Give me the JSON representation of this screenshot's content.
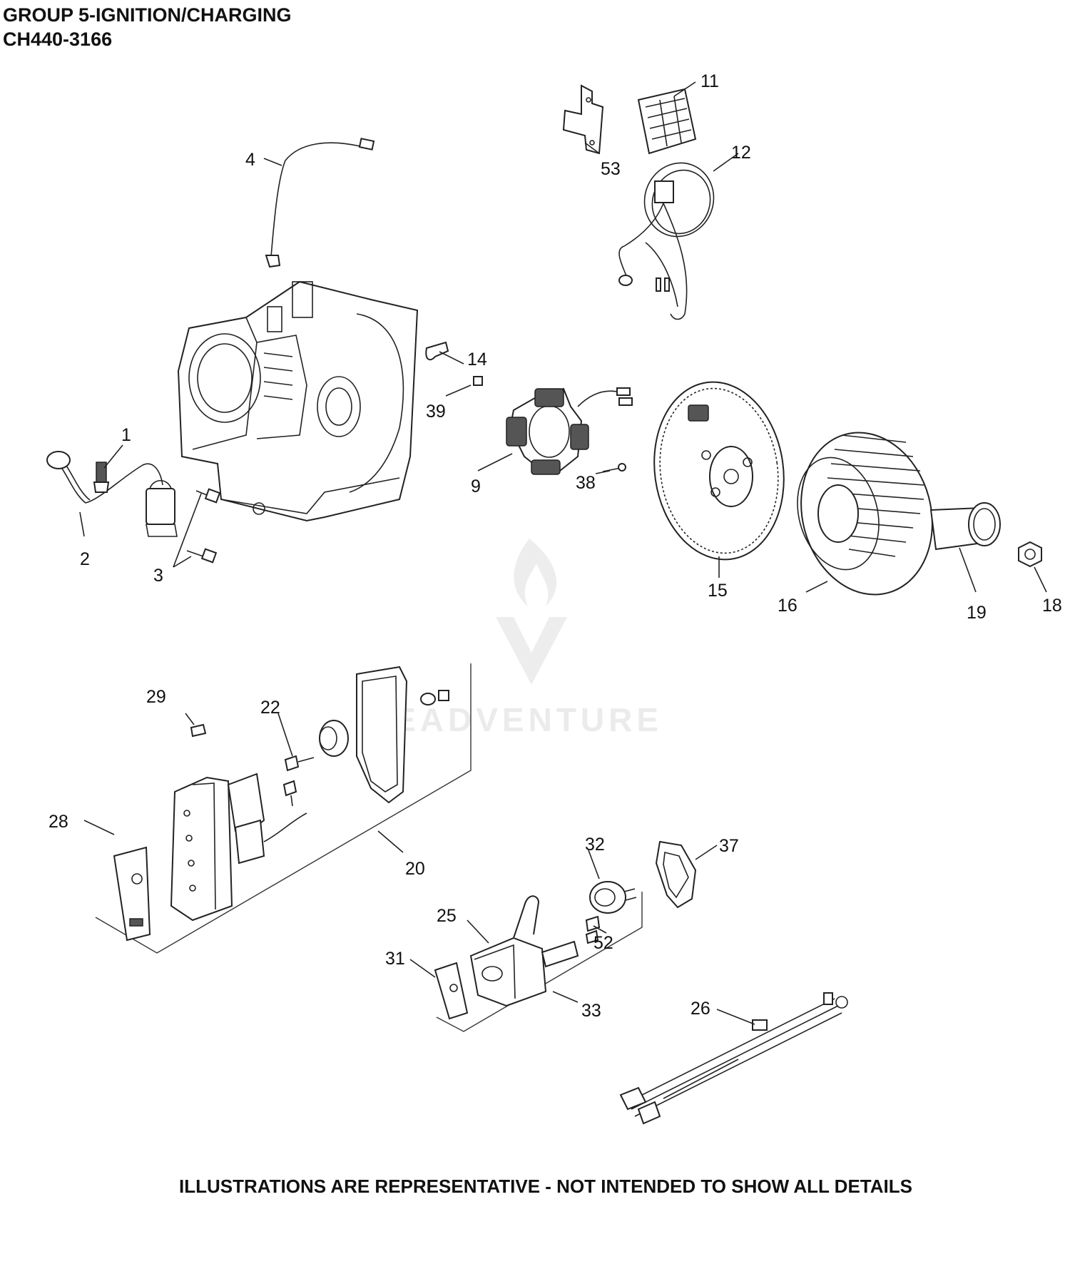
{
  "header": {
    "group_title": "GROUP 5-IGNITION/CHARGING",
    "model": "CH440-3166"
  },
  "footer": {
    "note": "ILLUSTRATIONS ARE REPRESENTATIVE - NOT INTENDED TO SHOW ALL DETAILS"
  },
  "watermark": {
    "text": "LEADVENTURE"
  },
  "callouts": {
    "c1": "1",
    "c2": "2",
    "c3": "3",
    "c4": "4",
    "c9": "9",
    "c11": "11",
    "c12": "12",
    "c14": "14",
    "c15": "15",
    "c16": "16",
    "c18": "18",
    "c19": "19",
    "c20": "20",
    "c22": "22",
    "c25": "25",
    "c26": "26",
    "c28": "28",
    "c29": "29",
    "c31": "31",
    "c32": "32",
    "c33": "33",
    "c37": "37",
    "c38": "38",
    "c39": "39",
    "c52": "52",
    "c53": "53"
  }
}
